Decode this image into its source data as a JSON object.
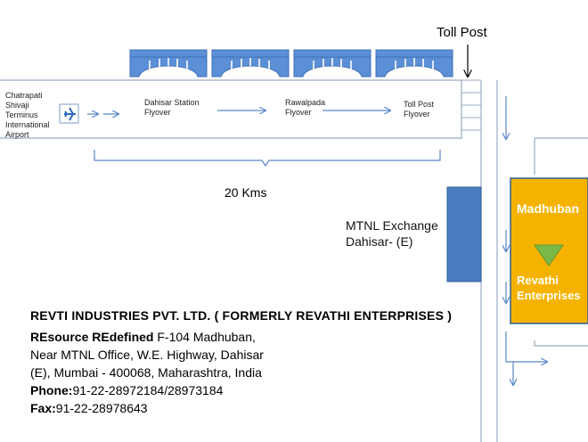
{
  "route": {
    "airport": "Chatrapati Shivaji Terminus International Airport",
    "stop1": [
      "Dahisar Station",
      "Flyover"
    ],
    "stop2": [
      "Rawalpada",
      "Flyover"
    ],
    "stop3": [
      "Toll Post",
      "Flyover"
    ],
    "toll_post": "Toll Post",
    "distance": "20 Kms"
  },
  "landmarks": {
    "mtnl_line1": "MTNL Exchange",
    "mtnl_line2": "Dahisar- (E)",
    "madhuban": "Madhuban",
    "revathi_line1": "Revathi",
    "revathi_line2": "Enterprises"
  },
  "address": {
    "company": "REVTI INDUSTRIES PVT. LTD. ( FORMERLY REVATHI ENTERPRISES )",
    "brand": "REsource REdefined",
    "line1_rest": " F-104 Madhuban,",
    "line2": "Near MTNL Office, W.E. Highway, Dahisar",
    "line3": "(E), Mumbai - 400068, Maharashtra, India",
    "phone_label": "Phone:",
    "phone": "91-22-28972184/28973184",
    "fax_label": "Fax:",
    "fax": "91-22-28978643"
  },
  "colors": {
    "flyover": "#5b8fd6",
    "mtnl_box": "#4a7dbf",
    "revathi_box": "#f5b300",
    "marker": "#7ab848",
    "road": "#9aa9c0",
    "arrow": "#5a86c8"
  }
}
